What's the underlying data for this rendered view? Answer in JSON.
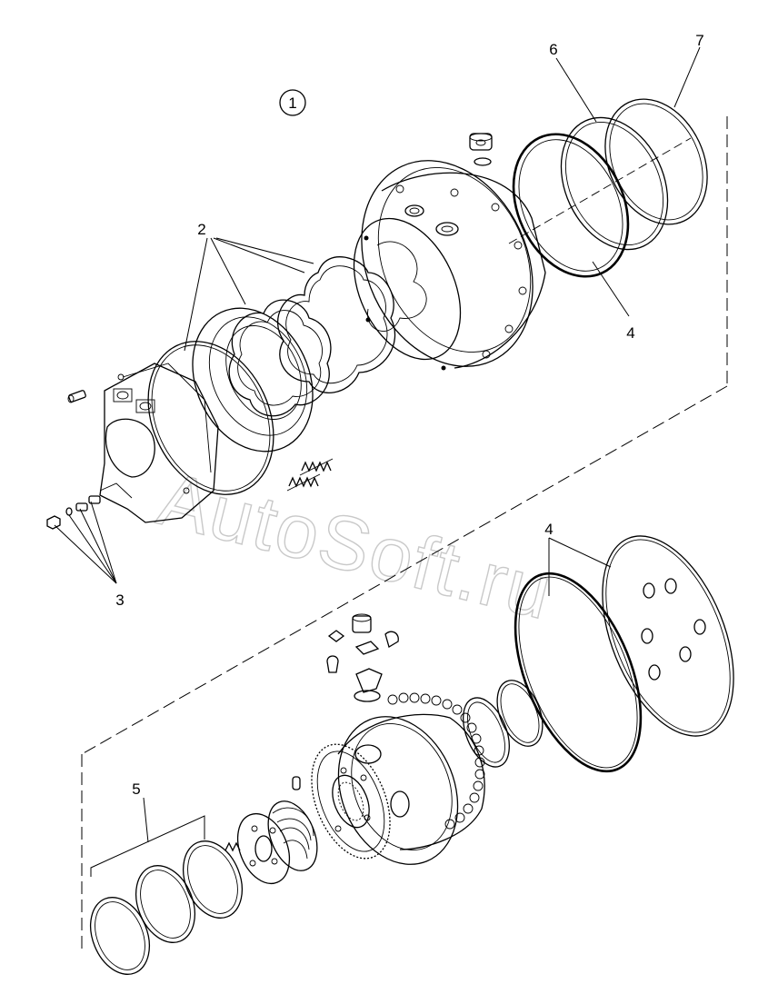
{
  "diagram": {
    "callouts": {
      "group": "1",
      "seals": "2",
      "fittings": "3",
      "oring_upper": "4",
      "oring_lower": "4",
      "seal_kit": "5",
      "ring_6": "6",
      "snap_ring_7": "7"
    },
    "watermark": "AutoSoft.ru"
  }
}
